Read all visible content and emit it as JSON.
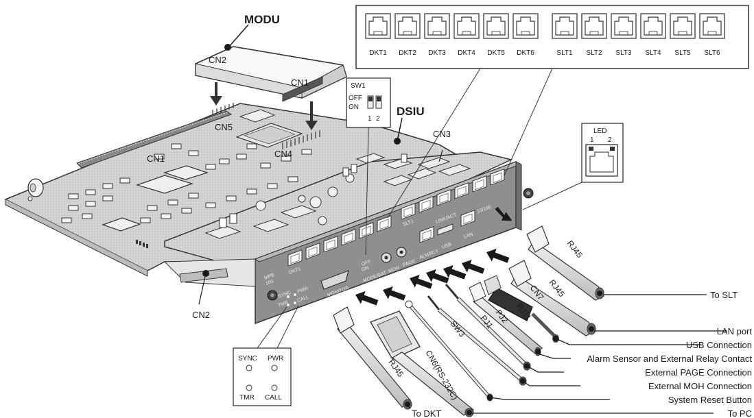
{
  "titles": {
    "modu": "MODU",
    "dsiu": "DSIU"
  },
  "connectors": {
    "cn1_modu": "CN1",
    "cn2_modu": "CN2",
    "cn5": "CN5",
    "cn4": "CN4",
    "cn1_board": "CN1",
    "cn3": "CN3",
    "cn2_board": "CN2"
  },
  "jacks_panel": {
    "dkt": [
      "DKT1",
      "DKT2",
      "DKT3",
      "DKT4",
      "DKT5",
      "DKT6"
    ],
    "slt": [
      "SLT1",
      "SLT2",
      "SLT3",
      "SLT4",
      "SLT5",
      "SLT6"
    ]
  },
  "sw1": {
    "title": "SW1",
    "off": "OFF",
    "on": "ON",
    "pos1": "1",
    "pos2": "2"
  },
  "led": {
    "title": "LED",
    "l1": "1",
    "l2": "2"
  },
  "status_leds": {
    "sync": "SYNC",
    "pwr": "PWR",
    "tmr": "TMR",
    "call": "CALL"
  },
  "faceplate": {
    "model_top": "MPB",
    "model_bottom": "100",
    "dkt1": "DKT1",
    "slt1": "SLT1",
    "monitor": "MONITOR",
    "modebat": "MODE/BAT",
    "moh": "MOH",
    "page": "PAGE",
    "almrly": "ALM/RLY",
    "usb": "USB",
    "linkact": "LINK/ACT",
    "lan": "LAN",
    "speed": "10/100",
    "sync": "SYNC",
    "pwr": "PWR",
    "tmr": "TMR",
    "call": "CALL",
    "off": "OFF",
    "on": "ON"
  },
  "cables": {
    "rj45_top": "RJ45",
    "rj45_mid": "RJ45",
    "cn7": "CN7",
    "rj11": "RJ11",
    "pj2": "PJ2",
    "pj1": "PJ1",
    "sw3": "SW3",
    "cn6": "CN6(RS-232C)",
    "rj45_bottom": "RJ45"
  },
  "callouts": {
    "to_slt": "To SLT",
    "lan_port": "LAN port",
    "usb": "USB Connection",
    "alarm": "Alarm Sensor and External Relay Contact",
    "page": "External PAGE Connection",
    "moh": "External MOH Connection",
    "reset": "System Reset Button",
    "to_pc": "To PC",
    "to_dkt": "To DKT"
  }
}
